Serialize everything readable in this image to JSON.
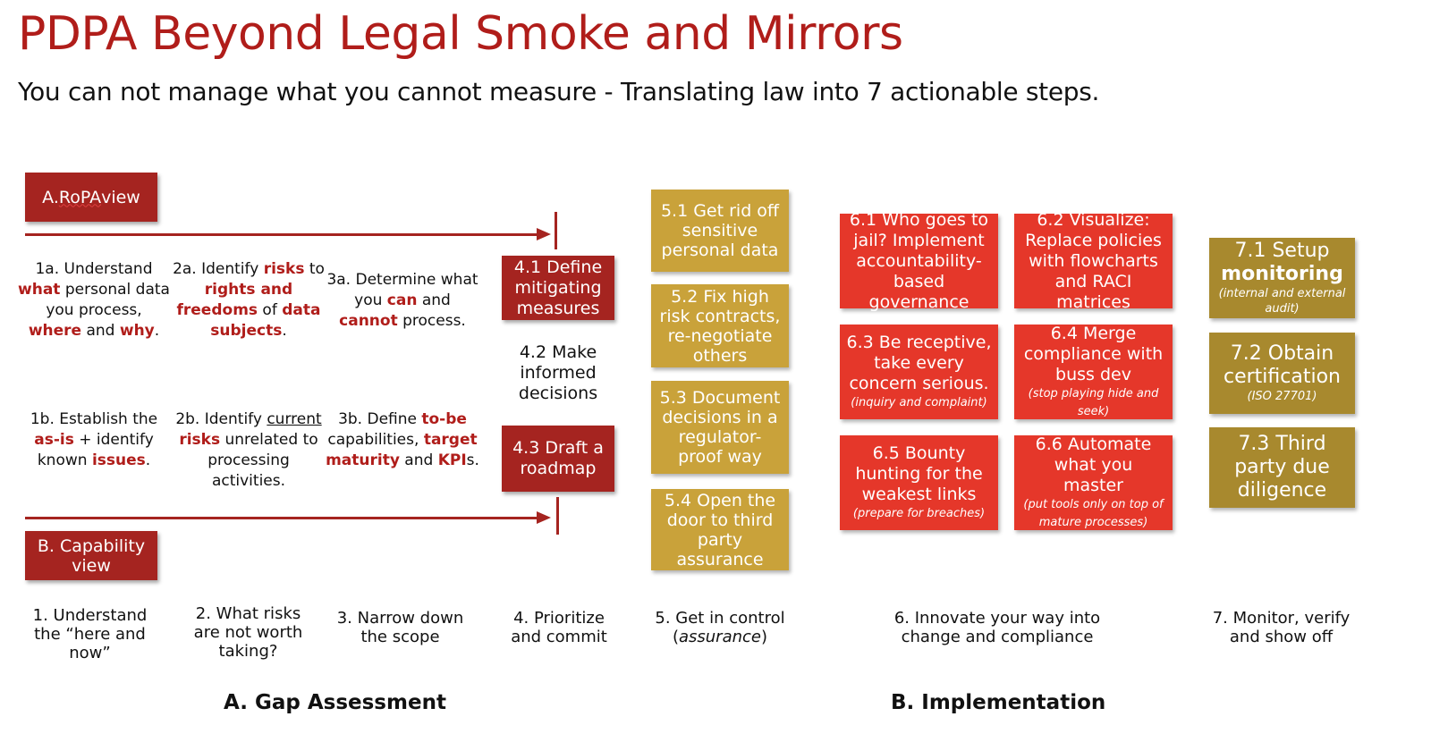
{
  "title": "PDPA Beyond Legal Smoke and Mirrors",
  "subtitle": "You can not manage what you cannot measure - Translating law into 7 actionable steps.",
  "ropa_view": {
    "prefix": "A. ",
    "word": "RoPA",
    "suffix": " view"
  },
  "capability_view": "B. Capability view",
  "step_1a": {
    "p1": "1a. Understand ",
    "b1": "what",
    "p2": " personal data you process, ",
    "b2": "where",
    "p3": " and ",
    "b3": "why",
    "p4": "."
  },
  "step_2a": {
    "p1": "2a. Identify ",
    "b1": "risks",
    "p2": " to ",
    "b2": "rights and freedoms",
    "p3": " of ",
    "b3": "data subjects",
    "p4": "."
  },
  "step_3a": {
    "p1": "3a. Determine what you ",
    "b1": "can",
    "p2": " and ",
    "b2": "cannot",
    "p3": " process."
  },
  "step_1b": {
    "p1": "1b. Establish the ",
    "b1": "as-is",
    "p2": " + identify known ",
    "b2": "issues",
    "p3": "."
  },
  "step_2b": {
    "p1": "2b. Identify ",
    "u1": "current",
    "p2": " ",
    "b1": "risks",
    "p3": " unrelated to processing activities."
  },
  "step_3b": {
    "p1": "3b. Define ",
    "b1": "to-be",
    "p2": " capabilities, ",
    "b2": "target maturity",
    "p3": " and ",
    "b3": "KPI",
    "p4": "s."
  },
  "box_4_1": "4.1 Define mitigating measures",
  "text_4_2": "4.2 Make informed decisions",
  "box_4_3": "4.3 Draft a roadmap",
  "gold_boxes": [
    "5.1 Get rid off sensitive personal data",
    "5.2 Fix high risk contracts, re-negotiate others",
    "5.3 Document decisions in a regulator-proof way",
    "5.4 Open the door to third party assurance"
  ],
  "red_boxes": [
    {
      "main": "6.1 Who goes to jail? Implement accountability-based governance",
      "note": ""
    },
    {
      "main": "6.2 Visualize: Replace policies with flowcharts and RACI matrices",
      "note": ""
    },
    {
      "main": "6.3 Be receptive, take every concern serious.",
      "note": "(inquiry and complaint)"
    },
    {
      "main": "6.4 Merge compliance with buss dev",
      "note": "(stop playing hide and seek)"
    },
    {
      "main": "6.5 Bounty hunting for the weakest links",
      "note": "(prepare for breaches)"
    },
    {
      "main": "6.6 Automate what you master",
      "note": "(put tools only on top of mature processes)"
    }
  ],
  "monitor_boxes": [
    {
      "line1": "7.1 Setup",
      "line2": "monitoring",
      "note": "(internal and external audit)"
    },
    {
      "line1": "7.2 Obtain certification",
      "line2": "",
      "note": "(ISO 27701)"
    },
    {
      "line1": "7.3 Third party due diligence",
      "line2": "",
      "note": ""
    }
  ],
  "steps": [
    "1. Understand the “here and now”",
    "2. What risks are not worth taking?",
    "3. Narrow down the scope",
    "4. Prioritize and commit"
  ],
  "step_5": {
    "main": "5. Get in control",
    "em": "assurance"
  },
  "step_6": "6. Innovate your way into change and compliance",
  "step_7": "7. Monitor, verify and show off",
  "section_a": "A. Gap Assessment",
  "section_b": "B. Implementation",
  "colors": {
    "title": "#b01d1a",
    "dark_red": "#a52420",
    "bright_red": "#e5372a",
    "gold": "#c9a23a",
    "dark_gold": "#a8892e"
  }
}
